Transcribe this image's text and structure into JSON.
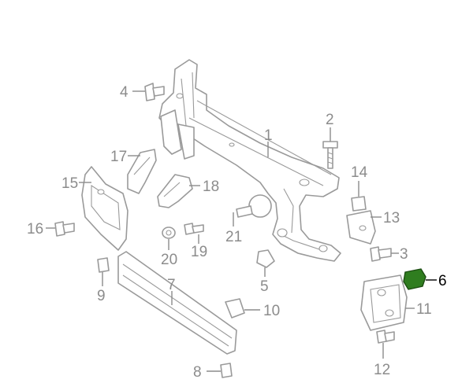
{
  "diagram": {
    "highlight_color": "#2f7d1f",
    "line_color": "#9a9a9a",
    "highlighted_part": "6",
    "callouts": [
      {
        "id": "1",
        "label": "1"
      },
      {
        "id": "2",
        "label": "2"
      },
      {
        "id": "3",
        "label": "3"
      },
      {
        "id": "4",
        "label": "4"
      },
      {
        "id": "5",
        "label": "5"
      },
      {
        "id": "6",
        "label": "6"
      },
      {
        "id": "7",
        "label": "7"
      },
      {
        "id": "8",
        "label": "8"
      },
      {
        "id": "9",
        "label": "9"
      },
      {
        "id": "10",
        "label": "10"
      },
      {
        "id": "11",
        "label": "11"
      },
      {
        "id": "12",
        "label": "12"
      },
      {
        "id": "13",
        "label": "13"
      },
      {
        "id": "14",
        "label": "14"
      },
      {
        "id": "15",
        "label": "15"
      },
      {
        "id": "16",
        "label": "16"
      },
      {
        "id": "17",
        "label": "17"
      },
      {
        "id": "18",
        "label": "18"
      },
      {
        "id": "19",
        "label": "19"
      },
      {
        "id": "20",
        "label": "20"
      },
      {
        "id": "21",
        "label": "21"
      }
    ]
  }
}
